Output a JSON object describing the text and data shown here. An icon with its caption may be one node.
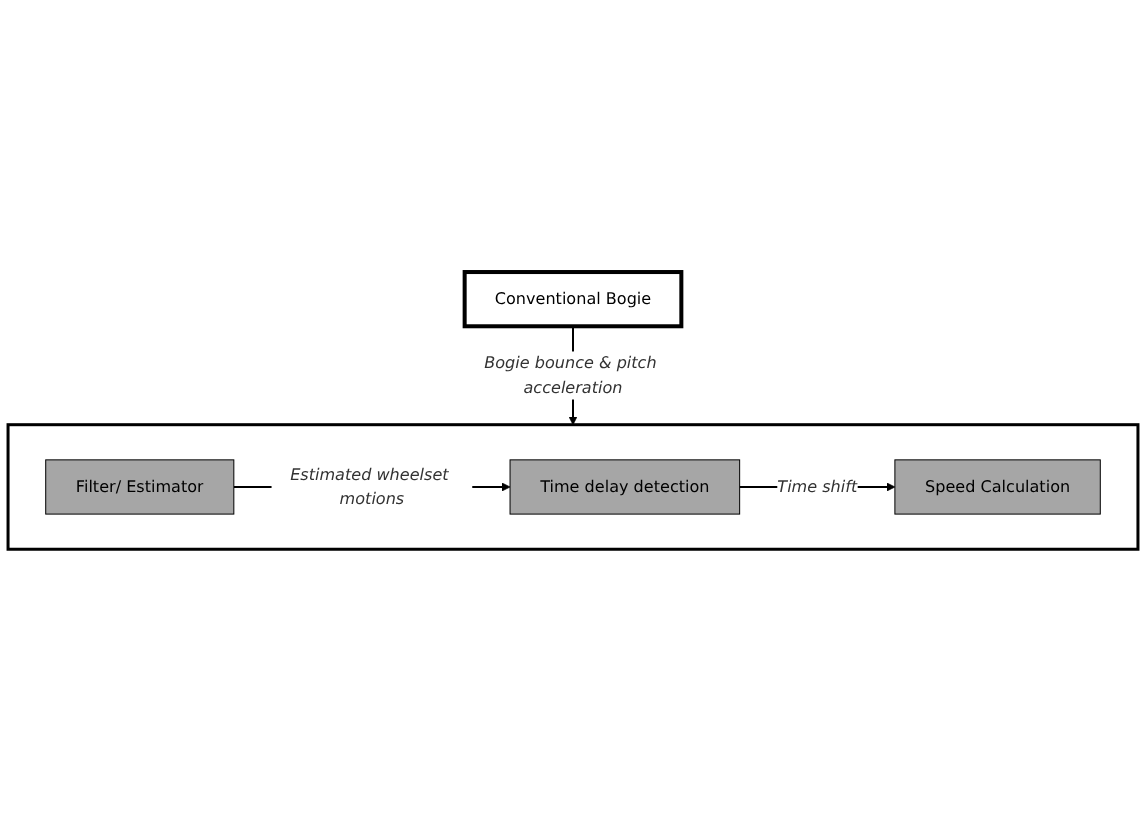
{
  "diagram": {
    "nodes": [
      {
        "text": [
          "Conventional Bogie"
        ]
      },
      {
        "text": [],
        "shape": "box"
      },
      {
        "text": [
          "Filter/ Estimator"
        ],
        "in": 1
      },
      {
        "text": [
          "Time delay detection"
        ],
        "in": 1
      },
      {
        "text": [
          "Speed Calculation"
        ],
        "in": 1
      }
    ],
    "edges": [
      {
        "from": 0,
        "to": 1,
        "arrow": "to",
        "label": "Bogie bounce & pitch acceleration"
      },
      {
        "from": 2,
        "to": 3,
        "arrow": "to",
        "label": "Estimated wheelset motions"
      },
      {
        "from": 3,
        "to": 4,
        "arrow": "to",
        "label": "Time shift"
      }
    ]
  }
}
